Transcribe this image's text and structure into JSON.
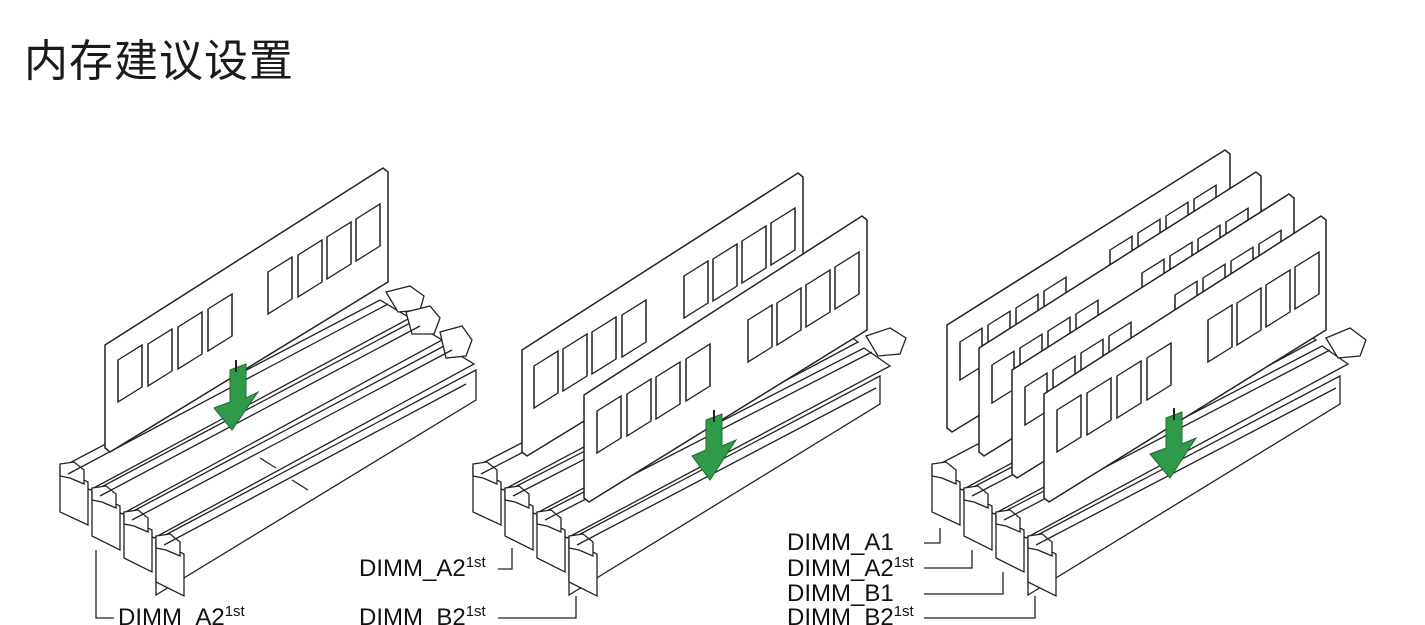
{
  "title": "内存建议设置",
  "colors": {
    "arrow": "#2e9a4a",
    "stroke": "#222222",
    "fill": "#ffffff"
  },
  "configs": [
    {
      "modules": 1,
      "labels": [
        {
          "base": "DIMM_A2",
          "sup": "1st"
        }
      ]
    },
    {
      "modules": 2,
      "labels": [
        {
          "base": "DIMM_A2",
          "sup": "1st"
        },
        {
          "base": "DIMM_B2",
          "sup": "1st"
        }
      ]
    },
    {
      "modules": 4,
      "labels": [
        {
          "base": "DIMM_A1",
          "sup": ""
        },
        {
          "base": "DIMM_A2",
          "sup": "1st"
        },
        {
          "base": "DIMM_B1",
          "sup": ""
        },
        {
          "base": "DIMM_B2",
          "sup": "1st"
        }
      ]
    }
  ]
}
